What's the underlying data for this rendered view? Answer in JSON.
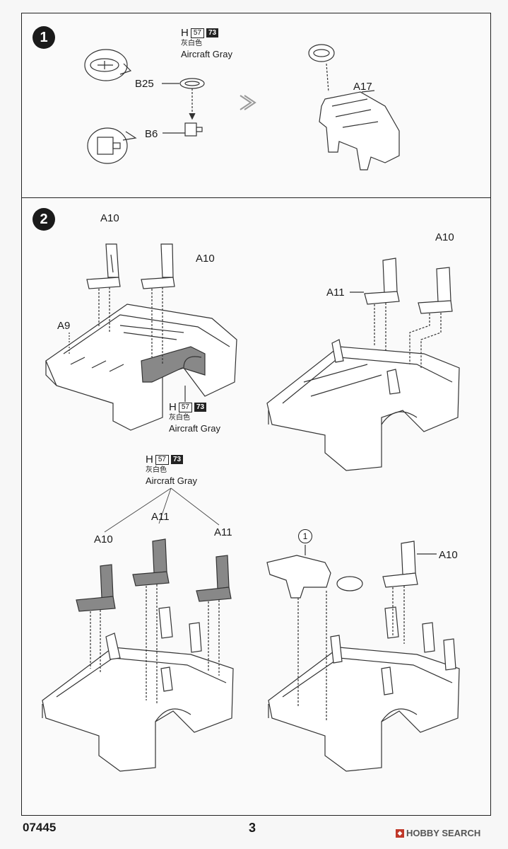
{
  "page": {
    "code": "07445",
    "number": "3"
  },
  "watermark": {
    "text": "HOBBY SEARCH",
    "logo": "logo-icon"
  },
  "step1": {
    "number": "1",
    "paint": {
      "letter": "H",
      "code1": "57",
      "code2": "73",
      "chinese": "灰白色",
      "name": "Aircraft Gray"
    },
    "parts": {
      "b25": "B25",
      "b6": "B6",
      "a17": "A17"
    }
  },
  "step2": {
    "number": "2",
    "panel_a": {
      "a10_left": "A10",
      "a10_right": "A10",
      "a9": "A9",
      "paint": {
        "letter": "H",
        "code1": "57",
        "code2": "73",
        "chinese": "灰白色",
        "name": "Aircraft Gray"
      }
    },
    "panel_b": {
      "a10": "A10",
      "a11": "A11"
    },
    "panel_c": {
      "a10": "A10",
      "a11_mid": "A11",
      "a11_right": "A11",
      "paint": {
        "letter": "H",
        "code1": "57",
        "code2": "73",
        "chinese": "灰白色",
        "name": "Aircraft Gray"
      }
    },
    "panel_d": {
      "ref": "1",
      "a10": "A10"
    }
  },
  "colors": {
    "ink": "#1a1a1a",
    "paint_fill": "#808080"
  }
}
